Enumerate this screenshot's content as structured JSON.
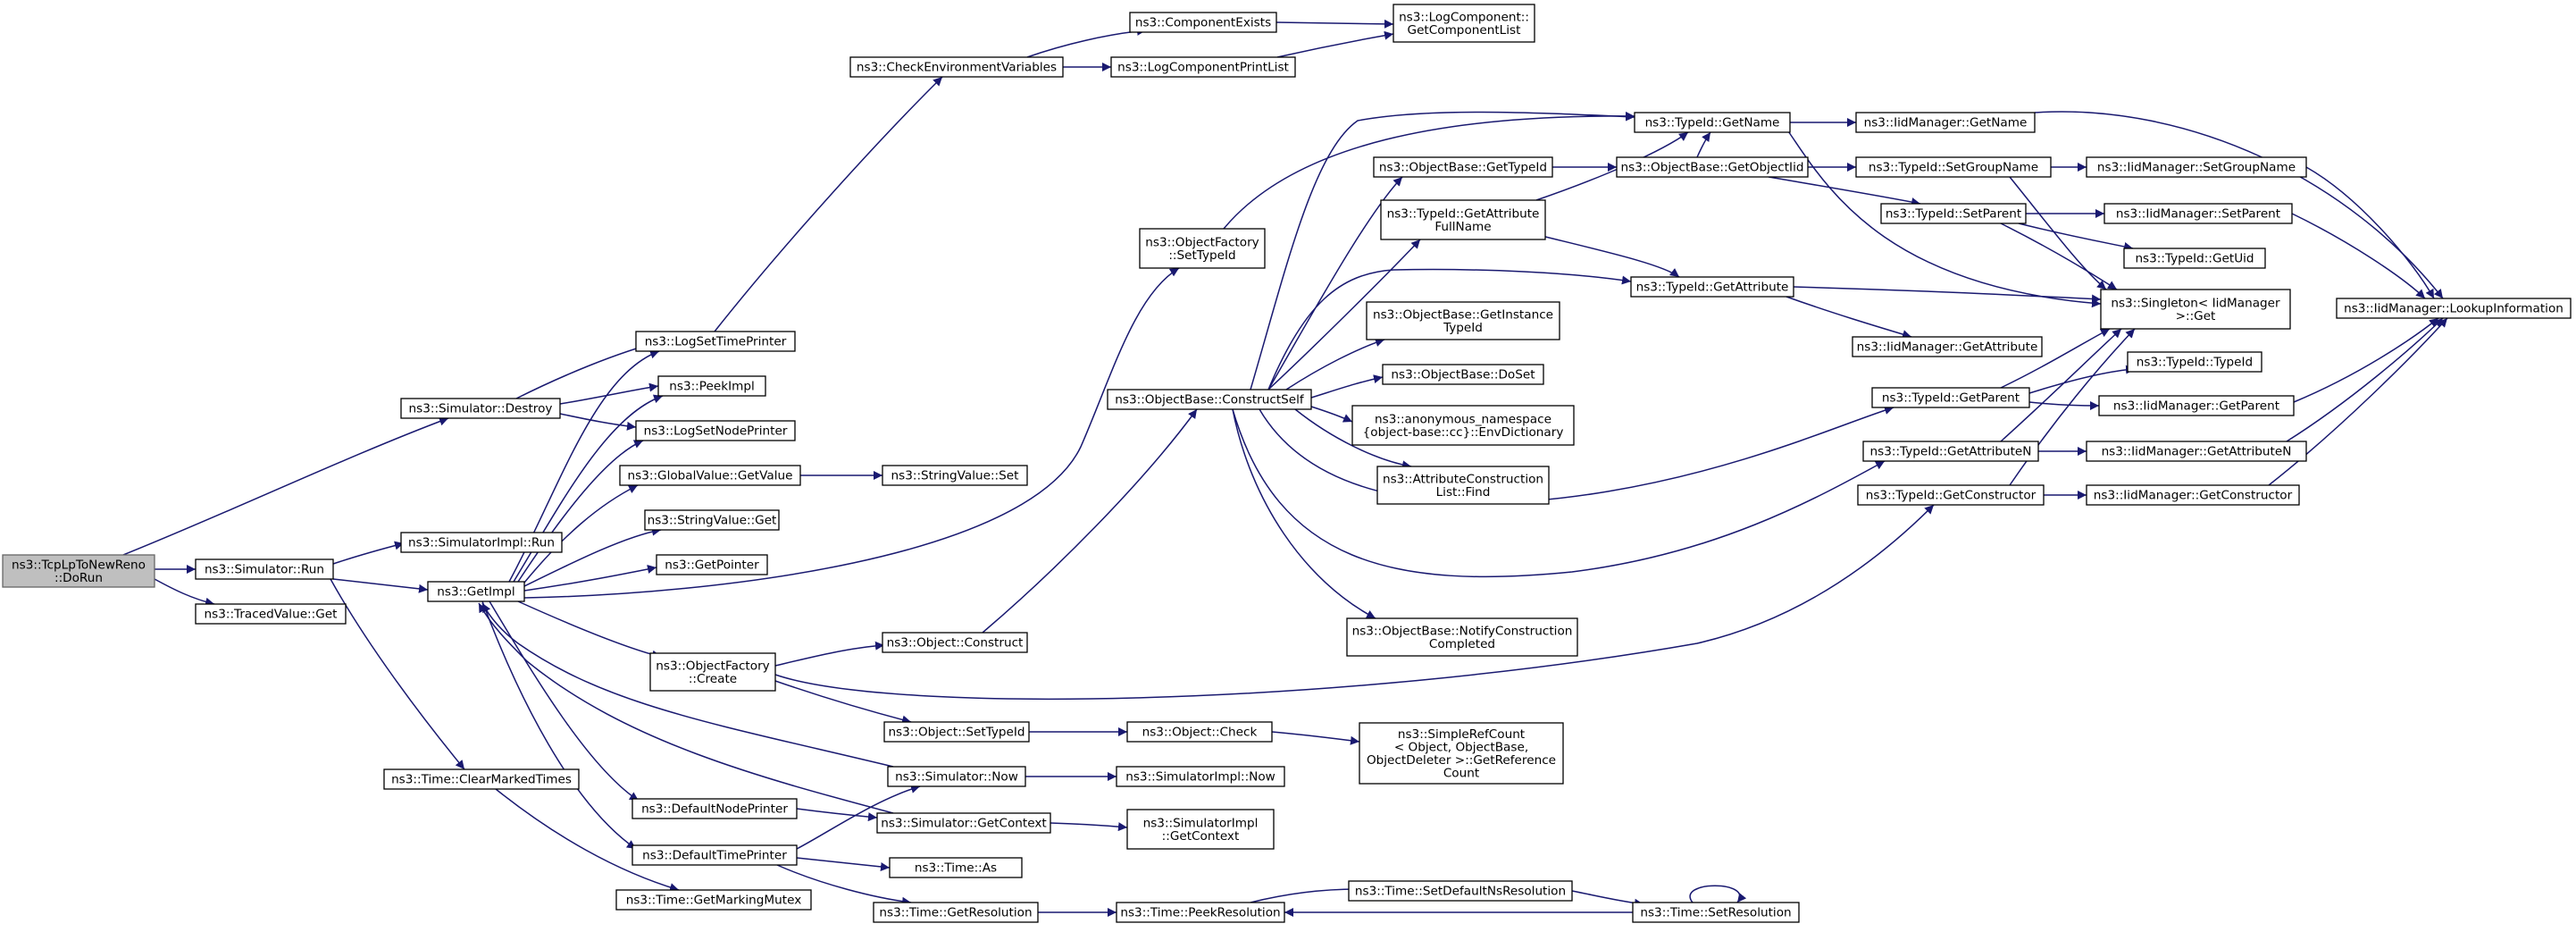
{
  "graph": {
    "edge_color": "#191970",
    "root_fill": "#bfbfbf",
    "nodes": {
      "doRun": [
        "ns3::TcpLpToNewReno",
        "::DoRun"
      ],
      "simDestroy": [
        "ns3::Simulator::Destroy"
      ],
      "simRun": [
        "ns3::Simulator::Run"
      ],
      "tracedGet": [
        "ns3::TracedValue::Get"
      ],
      "logSetTimePrinter": [
        "ns3::LogSetTimePrinter"
      ],
      "peekImpl": [
        "ns3::PeekImpl"
      ],
      "logSetNodePrinter": [
        "ns3::LogSetNodePrinter"
      ],
      "getImpl": [
        "ns3::GetImpl"
      ],
      "simImplRun": [
        "ns3::SimulatorImpl::Run"
      ],
      "clearMarked": [
        "ns3::Time::ClearMarkedTimes"
      ],
      "getMarkingMutex": [
        "ns3::Time::GetMarkingMutex"
      ],
      "checkEnv": [
        "ns3::CheckEnvironmentVariables"
      ],
      "compExists": [
        "ns3::ComponentExists"
      ],
      "logCompPrintList": [
        "ns3::LogComponentPrintList"
      ],
      "logCompGetList": [
        "ns3::LogComponent::",
        "GetComponentList"
      ],
      "globalValueGet": [
        "ns3::GlobalValue::GetValue"
      ],
      "stringValueSet": [
        "ns3::StringValue::Set"
      ],
      "stringValueGet": [
        "ns3::StringValue::Get"
      ],
      "getPointer": [
        "ns3::GetPointer"
      ],
      "ofCreate": [
        "ns3::ObjectFactory",
        "::Create"
      ],
      "ofSetTypeId": [
        "ns3::ObjectFactory",
        "::SetTypeId"
      ],
      "objConstruct": [
        "ns3::Object::Construct"
      ],
      "objSetTypeId": [
        "ns3::Object::SetTypeId"
      ],
      "objCheck": [
        "ns3::Object::Check"
      ],
      "simpleRefCount": [
        "ns3::SimpleRefCount",
        "< Object, ObjectBase,",
        "ObjectDeleter >::GetReference",
        "Count"
      ],
      "simNow": [
        "ns3::Simulator::Now"
      ],
      "simImplNow": [
        "ns3::SimulatorImpl::Now"
      ],
      "simGetContext": [
        "ns3::Simulator::GetContext"
      ],
      "simImplGetContext": [
        "ns3::SimulatorImpl",
        "::GetContext"
      ],
      "defaultNodePrinter": [
        "ns3::DefaultNodePrinter"
      ],
      "defaultTimePrinter": [
        "ns3::DefaultTimePrinter"
      ],
      "timeAs": [
        "ns3::Time::As"
      ],
      "timeGetRes": [
        "ns3::Time::GetResolution"
      ],
      "peekRes": [
        "ns3::Time::PeekResolution"
      ],
      "setDefaultNsRes": [
        "ns3::Time::SetDefaultNsResolution"
      ],
      "setRes": [
        "ns3::Time::SetResolution"
      ],
      "obConstructSelf": [
        "ns3::ObjectBase::ConstructSelf"
      ],
      "obGetTypeId": [
        "ns3::ObjectBase::GetTypeId"
      ],
      "tidGetAttrFull": [
        "ns3::TypeId::GetAttribute",
        "FullName"
      ],
      "obGetInstance": [
        "ns3::ObjectBase::GetInstance",
        "TypeId"
      ],
      "obDoSet": [
        "ns3::ObjectBase::DoSet"
      ],
      "envDict": [
        "ns3::anonymous_namespace",
        "{object-base::cc}::EnvDictionary"
      ],
      "attrConstrFind": [
        "ns3::AttributeConstruction",
        "List::Find"
      ],
      "obNotify": [
        "ns3::ObjectBase::NotifyConstruction",
        "Completed"
      ],
      "tidGetName": [
        "ns3::TypeId::GetName"
      ],
      "obGetObjectIid": [
        "ns3::ObjectBase::GetObjectIid"
      ],
      "tidGetAttribute": [
        "ns3::TypeId::GetAttribute"
      ],
      "iidGetName": [
        "ns3::IidManager::GetName"
      ],
      "tidSetGroupName": [
        "ns3::TypeId::SetGroupName"
      ],
      "tidSetParent": [
        "ns3::TypeId::SetParent"
      ],
      "iidGetAttribute": [
        "ns3::IidManager::GetAttribute"
      ],
      "tidGetParent": [
        "ns3::TypeId::GetParent"
      ],
      "tidGetAttributeN": [
        "ns3::TypeId::GetAttributeN"
      ],
      "tidGetConstructor": [
        "ns3::TypeId::GetConstructor"
      ],
      "iidSetGroupName": [
        "ns3::IidManager::SetGroupName"
      ],
      "iidSetParent": [
        "ns3::IidManager::SetParent"
      ],
      "tidGetUid": [
        "ns3::TypeId::GetUid"
      ],
      "singletonGet": [
        "ns3::Singleton< IidManager",
        ">::Get"
      ],
      "tidTypeId": [
        "ns3::TypeId::TypeId"
      ],
      "iidGetParent": [
        "ns3::IidManager::GetParent"
      ],
      "iidGetAttributeN": [
        "ns3::IidManager::GetAttributeN"
      ],
      "iidGetConstructor": [
        "ns3::IidManager::GetConstructor"
      ],
      "iidLookup": [
        "ns3::IidManager::LookupInformation"
      ]
    }
  }
}
